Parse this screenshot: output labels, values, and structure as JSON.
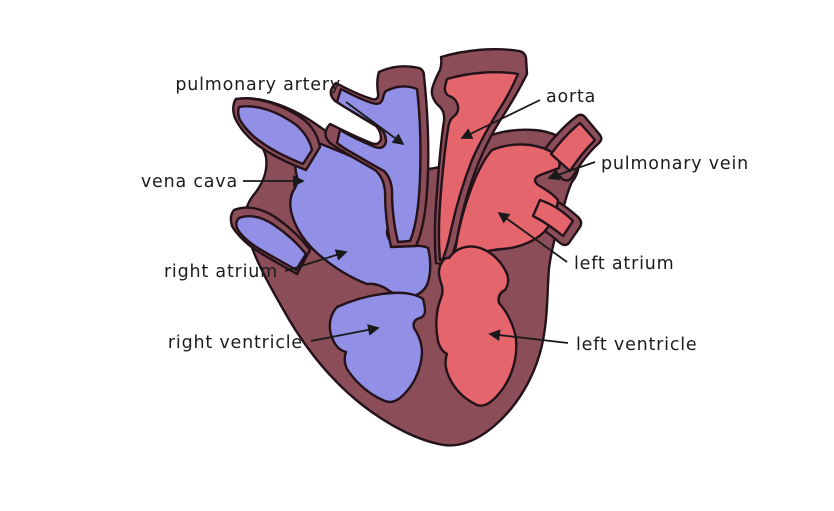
{
  "diagram": {
    "type": "human-heart-cross-section",
    "labels": [
      {
        "id": "pulmonary-artery",
        "text": "pulmonary artery"
      },
      {
        "id": "aorta",
        "text": "aorta"
      },
      {
        "id": "vena-cava",
        "text": "vena cava"
      },
      {
        "id": "pulmonary-vein",
        "text": "pulmonary vein"
      },
      {
        "id": "right-atrium",
        "text": "right atrium"
      },
      {
        "id": "left-atrium",
        "text": "left atrium"
      },
      {
        "id": "right-ventricle",
        "text": "right ventricle"
      },
      {
        "id": "left-ventricle",
        "text": "left ventricle"
      }
    ],
    "colors": {
      "deoxygenated_blue": "#918fe6",
      "oxygenated_red": "#e4656c",
      "muscle": "#8b4d57",
      "outline": "#23121a",
      "annotation": "#1a1a1a",
      "label_text": "#1c1c1c",
      "background": "#ffffff"
    }
  }
}
